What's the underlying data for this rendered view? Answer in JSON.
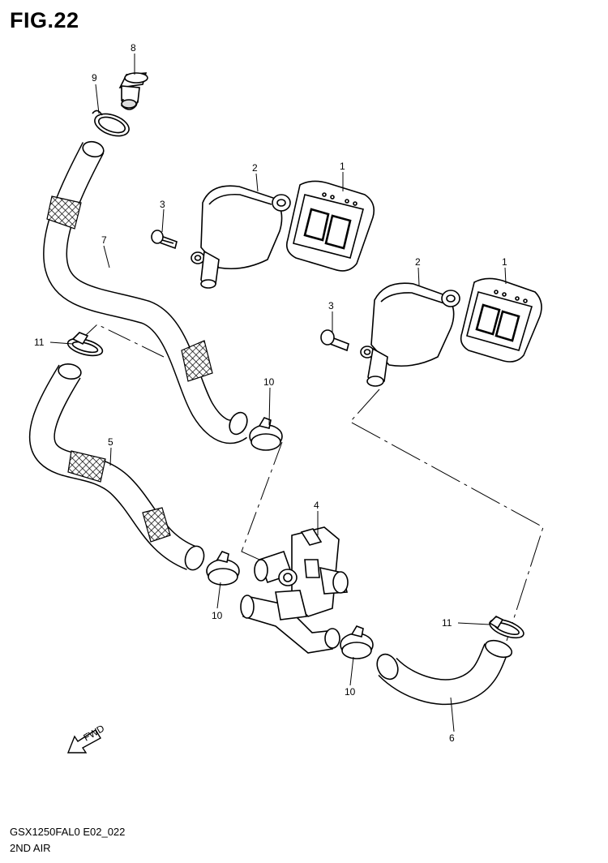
{
  "figure": {
    "title": "FIG.22",
    "model_code": "GSX1250FAL0 E02_022",
    "section_name": "2ND AIR",
    "fwd_label": "FWD"
  },
  "callouts": [
    {
      "id": "c1a",
      "label": "1"
    },
    {
      "id": "c1b",
      "label": "1"
    },
    {
      "id": "c2a",
      "label": "2"
    },
    {
      "id": "c2b",
      "label": "2"
    },
    {
      "id": "c3a",
      "label": "3"
    },
    {
      "id": "c3b",
      "label": "3"
    },
    {
      "id": "c4",
      "label": "4"
    },
    {
      "id": "c5",
      "label": "5"
    },
    {
      "id": "c6",
      "label": "6"
    },
    {
      "id": "c7",
      "label": "7"
    },
    {
      "id": "c8",
      "label": "8"
    },
    {
      "id": "c9",
      "label": "9"
    },
    {
      "id": "c10a",
      "label": "10"
    },
    {
      "id": "c10b",
      "label": "10"
    },
    {
      "id": "c10c",
      "label": "10"
    },
    {
      "id": "c11a",
      "label": "11"
    },
    {
      "id": "c11b",
      "label": "11"
    }
  ]
}
